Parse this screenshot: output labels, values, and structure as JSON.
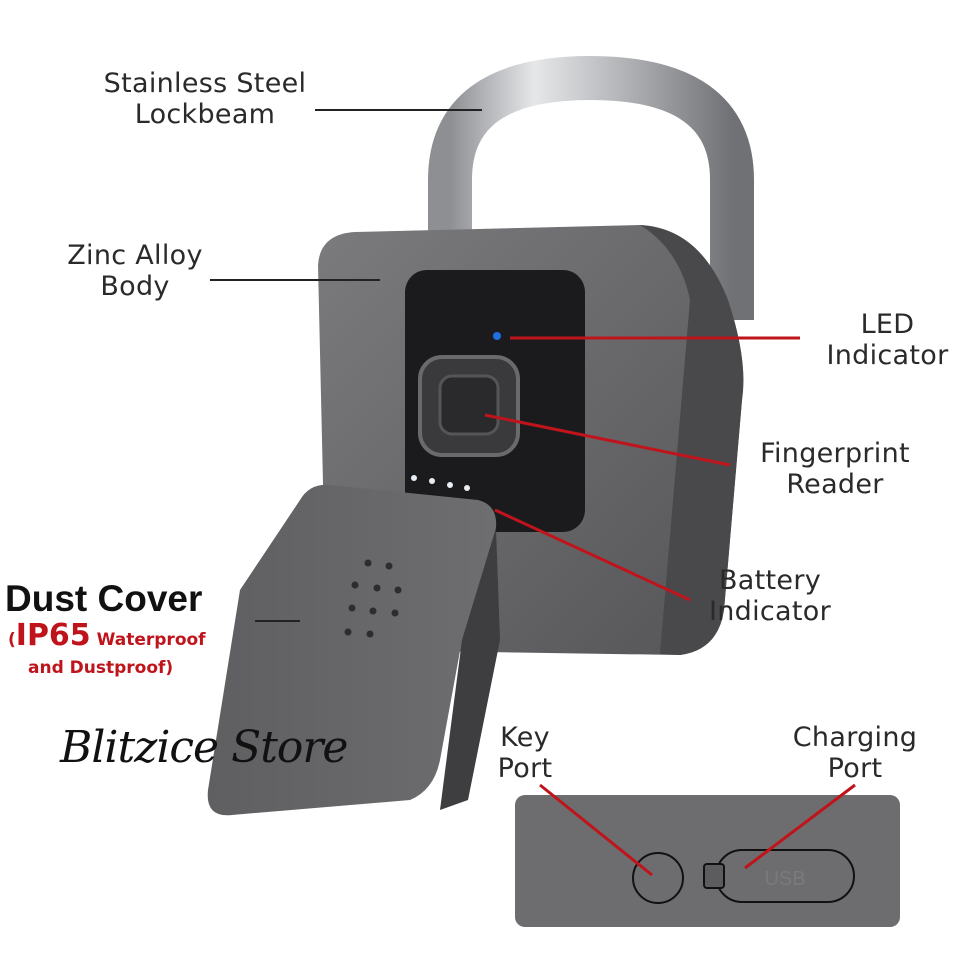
{
  "labels": {
    "lockbeam": [
      "Stainless Steel",
      "Lockbeam"
    ],
    "body": [
      "Zinc Alloy",
      "Body"
    ],
    "led": [
      "LED",
      "Indicator"
    ],
    "fingerprint": [
      "Fingerprint",
      "Reader"
    ],
    "battery": [
      "Battery",
      "Indicator"
    ],
    "key_port": [
      "Key",
      "Port"
    ],
    "charging_port": [
      "Charging",
      "Port"
    ]
  },
  "dust_cover": {
    "title": "Dust Cover",
    "open_paren": "(",
    "rating": "IP65",
    "note_line1": "Waterproof",
    "note_line2": "and Dustproof)"
  },
  "usb_text": "USB",
  "watermark": "Blitzice Store",
  "colors": {
    "callout_red": "#c0141c",
    "led_blue": "#1e6fe0",
    "body_gray": "#6a6a6c"
  }
}
